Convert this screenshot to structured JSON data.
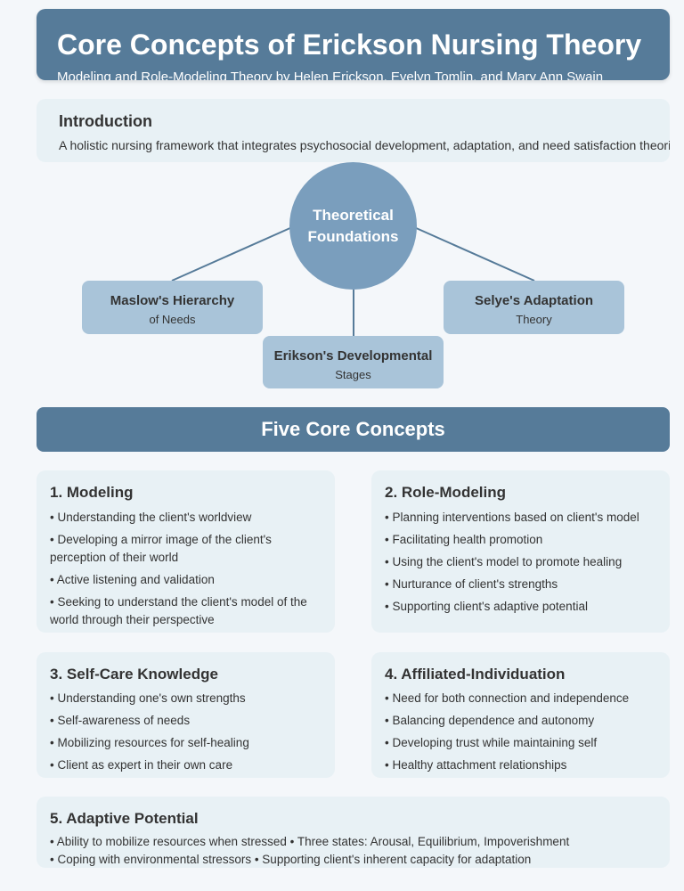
{
  "header": {
    "title": "Core Concepts of Erickson Nursing Theory",
    "subtitle": "Modeling and Role-Modeling Theory by Helen Erickson, Evelyn Tomlin, and Mary Ann Swain"
  },
  "intro": {
    "heading": "Introduction",
    "text": "A holistic nursing framework that integrates psychosocial development, adaptation, and need satisfaction theories"
  },
  "diagram": {
    "hub": {
      "line1": "Theoretical",
      "line2": "Foundations"
    },
    "nodes": {
      "maslow": {
        "title": "Maslow's Hierarchy",
        "sub": "of Needs"
      },
      "selye": {
        "title": "Selye's Adaptation",
        "sub": "Theory"
      },
      "erikson": {
        "title": "Erikson's Developmental",
        "sub": "Stages"
      }
    },
    "colors": {
      "hub": "#7a9ebd",
      "node": "#a9c4d9",
      "connector": "#567b99"
    }
  },
  "section": {
    "title": "Five Core Concepts"
  },
  "concepts": [
    {
      "title": "1. Modeling",
      "items": [
        "• Understanding the client's worldview",
        "• Developing a mirror image of the client's perception of their world",
        "• Active listening and validation",
        "• Seeking to understand the client's model of the world through their perspective"
      ]
    },
    {
      "title": "2. Role-Modeling",
      "items": [
        "• Planning interventions based on client's model",
        "• Facilitating health promotion",
        "• Using the client's model to promote healing",
        "• Nurturance of client's strengths",
        "• Supporting client's adaptive potential"
      ]
    },
    {
      "title": "3. Self-Care Knowledge",
      "items": [
        "• Understanding one's own strengths",
        "• Self-awareness of needs",
        "• Mobilizing resources for self-healing",
        "• Client as expert in their own care"
      ]
    },
    {
      "title": "4. Affiliated-Individuation",
      "items": [
        "• Need for both connection and independence",
        "• Balancing dependence and autonomy",
        "• Developing trust while maintaining self",
        "• Healthy attachment relationships"
      ]
    },
    {
      "title": "5. Adaptive Potential",
      "lines": [
        "• Ability to mobilize resources when stressed • Three states: Arousal, Equilibrium, Impoverishment",
        "• Coping with environmental stressors • Supporting client's inherent capacity for adaptation"
      ]
    }
  ],
  "colors": {
    "header": "#567b99",
    "card": "#e8f1f5",
    "page": "#f4f7fa"
  }
}
